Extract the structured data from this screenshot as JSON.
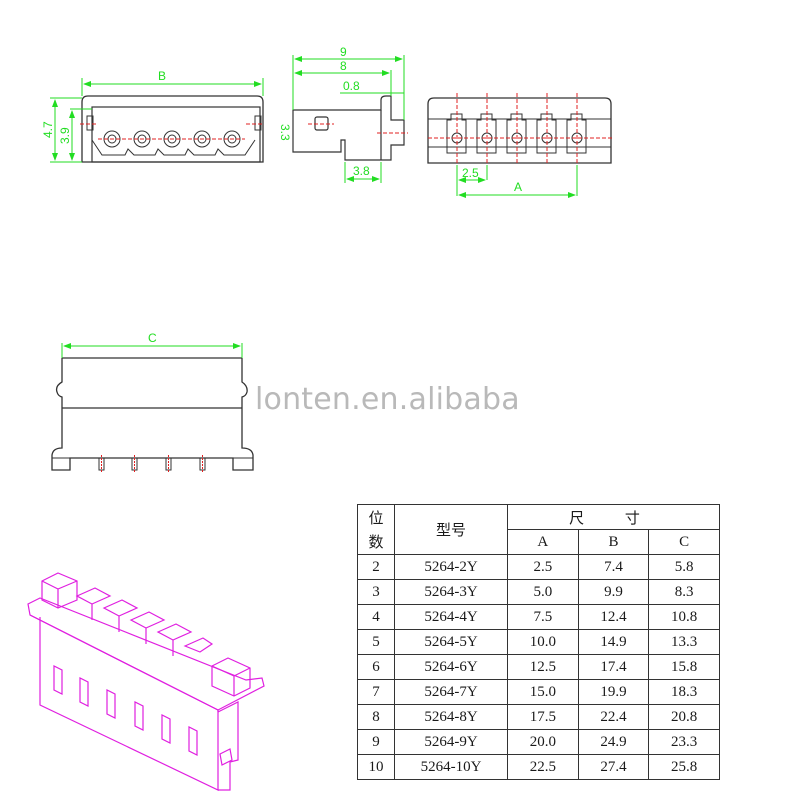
{
  "watermark": "lonten.en.alibaba",
  "drawings": {
    "front_view": {
      "dimensions": {
        "width_label": "B",
        "height_outer": "4.7",
        "height_inner": "3.9",
        "side_label": "3.3"
      },
      "pin_count": 5
    },
    "side_view": {
      "dimensions": {
        "overall": "9",
        "body": "8",
        "lip": "0.8",
        "foot": "3.8",
        "height": "3.3"
      }
    },
    "rear_view": {
      "dimensions": {
        "pitch": "2.5",
        "span_label": "A"
      },
      "pin_count": 5
    },
    "top_view": {
      "dimensions": {
        "width_label": "C"
      },
      "pin_count": 4
    },
    "isometric_view": {
      "color": "#e020e0",
      "cavities": 6
    }
  },
  "colors": {
    "dimension": "#22dd22",
    "centerline": "#e02020",
    "outline": "#333333",
    "isometric": "#e020e0"
  },
  "table": {
    "headers": {
      "positions": "位数",
      "positions_top": "位",
      "positions_bottom": "数",
      "model": "型号",
      "dimensions": "尺 寸",
      "col_a": "A",
      "col_b": "B",
      "col_c": "C"
    },
    "rows": [
      {
        "pos": "2",
        "model": "5264-2Y",
        "a": "2.5",
        "b": "7.4",
        "c": "5.8"
      },
      {
        "pos": "3",
        "model": "5264-3Y",
        "a": "5.0",
        "b": "9.9",
        "c": "8.3"
      },
      {
        "pos": "4",
        "model": "5264-4Y",
        "a": "7.5",
        "b": "12.4",
        "c": "10.8"
      },
      {
        "pos": "5",
        "model": "5264-5Y",
        "a": "10.0",
        "b": "14.9",
        "c": "13.3"
      },
      {
        "pos": "6",
        "model": "5264-6Y",
        "a": "12.5",
        "b": "17.4",
        "c": "15.8"
      },
      {
        "pos": "7",
        "model": "5264-7Y",
        "a": "15.0",
        "b": "19.9",
        "c": "18.3"
      },
      {
        "pos": "8",
        "model": "5264-8Y",
        "a": "17.5",
        "b": "22.4",
        "c": "20.8"
      },
      {
        "pos": "9",
        "model": "5264-9Y",
        "a": "20.0",
        "b": "24.9",
        "c": "23.3"
      },
      {
        "pos": "10",
        "model": "5264-10Y",
        "a": "22.5",
        "b": "27.4",
        "c": "25.8"
      }
    ]
  }
}
